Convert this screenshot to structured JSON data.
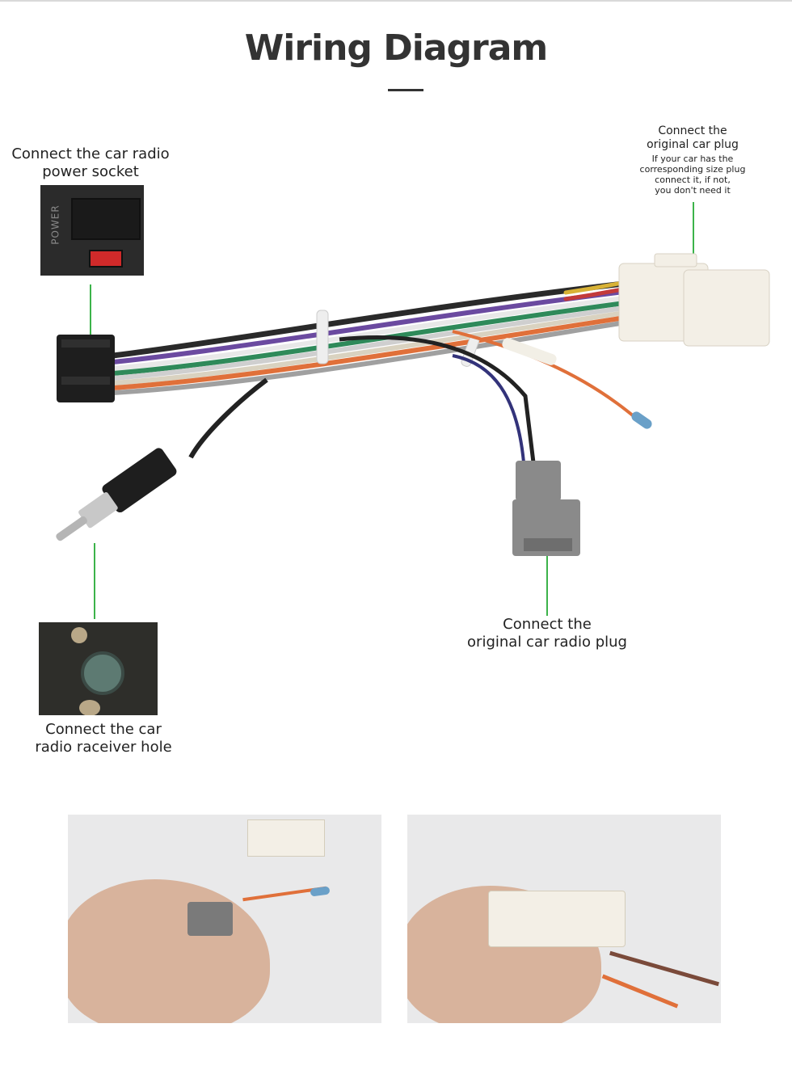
{
  "title": "Wiring Diagram",
  "callouts": {
    "power_socket": {
      "line1": "Connect the car radio",
      "line2": "power socket"
    },
    "original_car_plug": {
      "line1": "Connect the",
      "line2": "original car plug",
      "note1": "If your car has the",
      "note2": "corresponding size plug",
      "note3": "connect it, if not,",
      "note4": "you don't need it"
    },
    "receiver_hole": {
      "line1": "Connect the  car",
      "line2": "radio raceiver hole"
    },
    "radio_plug": {
      "line1": "Connect the",
      "line2": "original car radio plug"
    }
  },
  "inset_text": {
    "power_label": "POWER"
  },
  "colors": {
    "leader_line": "#3cb34a",
    "title": "#333333",
    "connector_white": "#f3efe6",
    "connector_black": "#1e1e1e",
    "connector_gray": "#8a8a8a",
    "wire_orange": "#e0703a",
    "wire_black": "#222222",
    "wire_blue": "#33337a",
    "wire_green": "#2f8a5a"
  }
}
